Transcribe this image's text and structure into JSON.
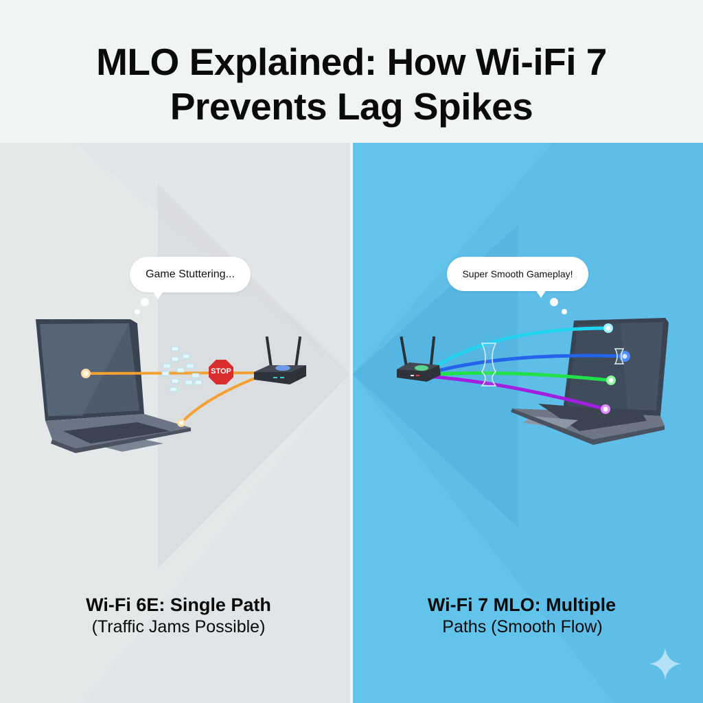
{
  "header": {
    "title_line1": "MLO Explained: How Wi-iFi 7",
    "title_line2": "Prevents Lag Spikes"
  },
  "left_panel": {
    "bubble_text": "Game Stuttering...",
    "stop_sign_label": "STOP",
    "caption_bold": "Wi-Fi 6E: Single Path",
    "caption_normal": "(Traffic Jams Possible)",
    "background_color": "#e2e5e7",
    "link_color": "#f5a033"
  },
  "right_panel": {
    "bubble_text": "Super Smooth Gameplay!",
    "caption_bold": "Wi-Fi 7 MLO: Multiple",
    "caption_normal": "Paths (Smooth Flow)",
    "background_color": "#62c3eb",
    "link_colors": [
      "#22d3f0",
      "#2563eb",
      "#22e04a",
      "#a21fe0"
    ]
  },
  "icons": {
    "sparkle": "sparkle-icon"
  }
}
